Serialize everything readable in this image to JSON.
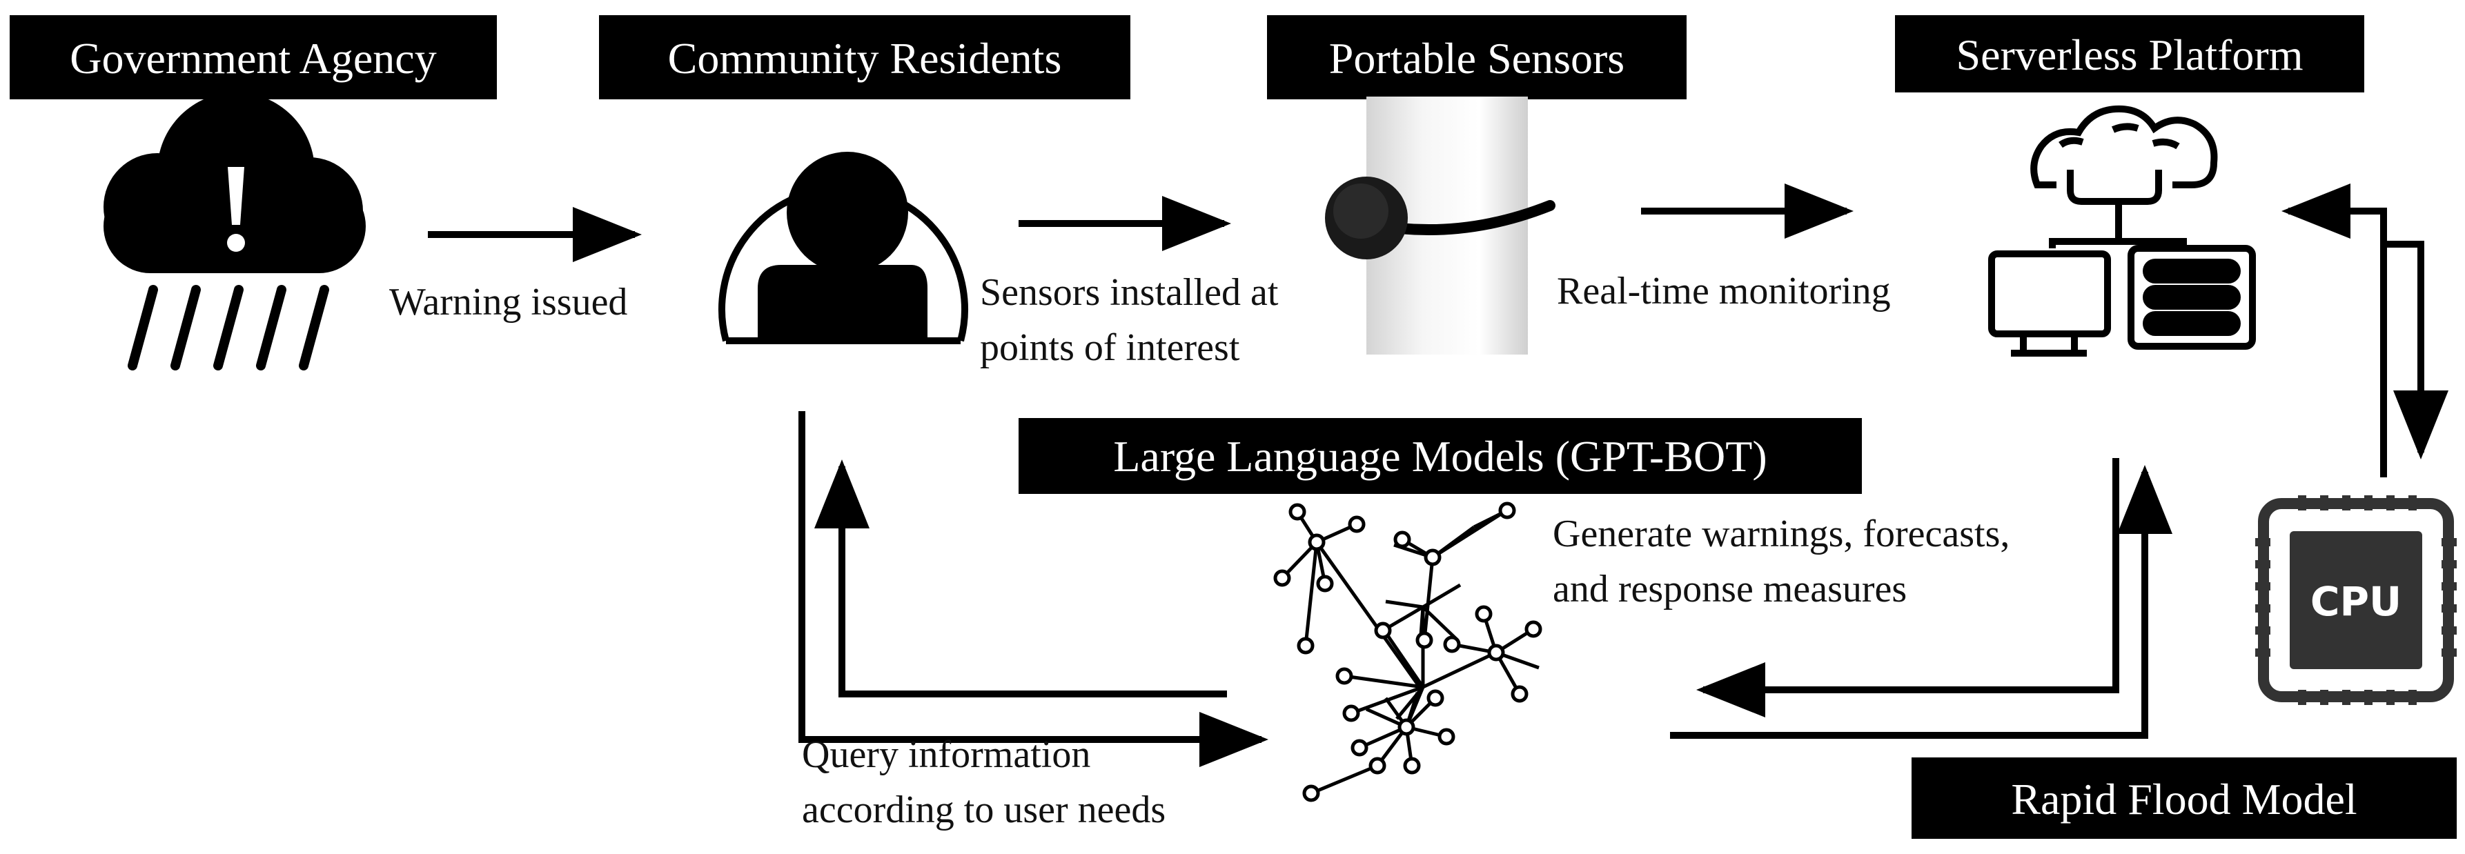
{
  "labels": {
    "government_agency": "Government Agency",
    "community_residents": "Community Residents",
    "portable_sensors": "Portable Sensors",
    "serverless_platform": "Serverless Platform",
    "llm": "Large Language Models (GPT-BOT)",
    "rapid_flood_model": "Rapid Flood Model"
  },
  "captions": {
    "warning_issued": "Warning issued",
    "sensors_line1": "Sensors installed at",
    "sensors_line2": "points of interest",
    "realtime": "Real-time monitoring",
    "generate_line1": "Generate warnings, forecasts,",
    "generate_line2": "and response measures",
    "query_line1": "Query information",
    "query_line2": "according to user needs"
  },
  "cpu_label": "CPU",
  "icons": [
    "storm-cloud-icon",
    "person-icon",
    "sensor-icon",
    "cloud-server-icon",
    "network-graph-icon",
    "cpu-chip-icon"
  ],
  "colors": {
    "ink": "#000000",
    "background": "#ffffff"
  }
}
